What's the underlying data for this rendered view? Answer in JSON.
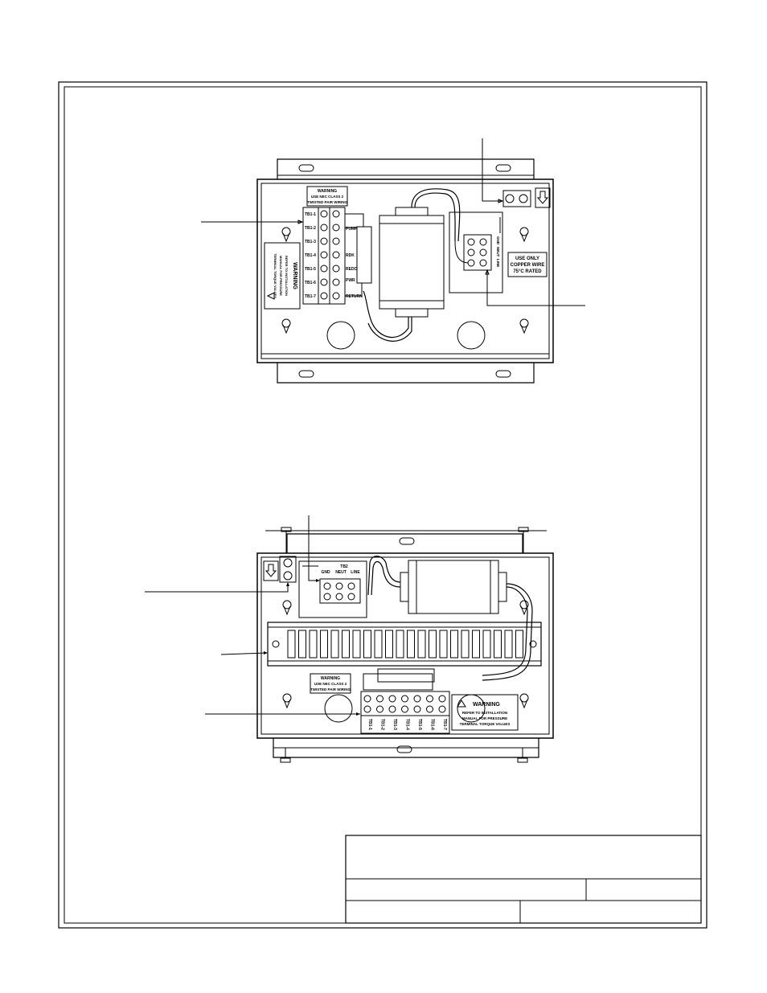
{
  "top_box": {
    "warning_label": {
      "title": "WARNING",
      "line1": "USE NEC CLASS 2",
      "line2": "TWISTED PAIR WIRING"
    },
    "terminals": [
      "TB1-1",
      "TB1-2",
      "TB1-3",
      "TB1-4",
      "TB1-5",
      "TB1-6",
      "TB1-7"
    ],
    "signals": {
      "pump": "PUMP",
      "rdk": "RDK",
      "redo": "REDO",
      "pwr": "PWR",
      "return": "RETURN"
    },
    "torque_warning": {
      "title": "WARNING",
      "line1": "REFER TO INSTALLATION",
      "line2": "MANUAL FOR PRESSURE",
      "line3": "TERMINAL TORQUE VALUES"
    },
    "copper_label": {
      "line1": "USE ONLY",
      "line2": "COPPER WIRE",
      "line3": "75°C RATED"
    },
    "tb2_labels": {
      "gnd": "GND",
      "neut": "NEUT",
      "line": "LINE"
    }
  },
  "bottom_box": {
    "tb2_labels": {
      "gnd": "GND",
      "neut": "NEUT",
      "line": "LINE",
      "header": "TB2"
    },
    "warning_label": {
      "title": "WARNING",
      "line1": "USE NEC CLASS 2",
      "line2": "TWISTED PAIR WIRING"
    },
    "terminals": [
      "TB1-1",
      "TB1-2",
      "TB1-3",
      "TB1-4",
      "TB1-5",
      "TB1-6",
      "TB1-7"
    ],
    "torque_warning": {
      "title": "WARNING",
      "line1": "REFER TO INSTALLATION",
      "line2": "MANUAL FOR PRESSURE",
      "line3": "TERMINAL TORQUE VALUES"
    }
  },
  "title_block": {
    "title": "",
    "field_a": "",
    "field_b": "",
    "field_c": "",
    "field_d": ""
  }
}
